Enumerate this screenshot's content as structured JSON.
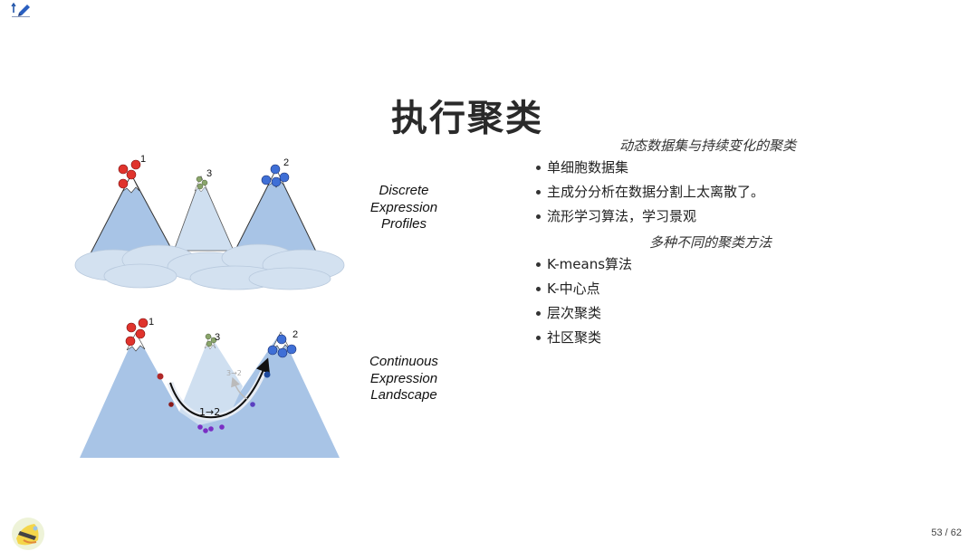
{
  "slide": {
    "title": "执行聚类"
  },
  "figure": {
    "discrete_label": [
      "Discrete",
      "Expression",
      "Profiles"
    ],
    "continuous_label": [
      "Continuous",
      "Expression",
      "Landscape"
    ],
    "peak_numbers": {
      "one": "1",
      "two": "2",
      "three": "3"
    },
    "path_labels": {
      "main": "1→2",
      "alt": "3→2"
    },
    "colors": {
      "red": "#e0332c",
      "green": "#8aa56a",
      "blue": "#3f6fd6",
      "purple": "#7a2fc4",
      "mountain": "#a8c4e6",
      "mountain_light": "#cfdff0",
      "cloud": "#d3e1f0"
    }
  },
  "section1": {
    "heading": "动态数据集与持续变化的聚类",
    "items": [
      {
        "label": "单细胞数据集"
      },
      {
        "label": "主成分分析在数据分割上太离散了。"
      },
      {
        "label": "流形学习算法，学习景观"
      }
    ]
  },
  "section2": {
    "heading": "多种不同的聚类方法",
    "items": [
      {
        "label": "K-means算法"
      },
      {
        "label": "K-中心点"
      },
      {
        "label": "层次聚类"
      },
      {
        "label": "社区聚类"
      }
    ]
  },
  "footer": {
    "page_number": "53 / 62"
  }
}
